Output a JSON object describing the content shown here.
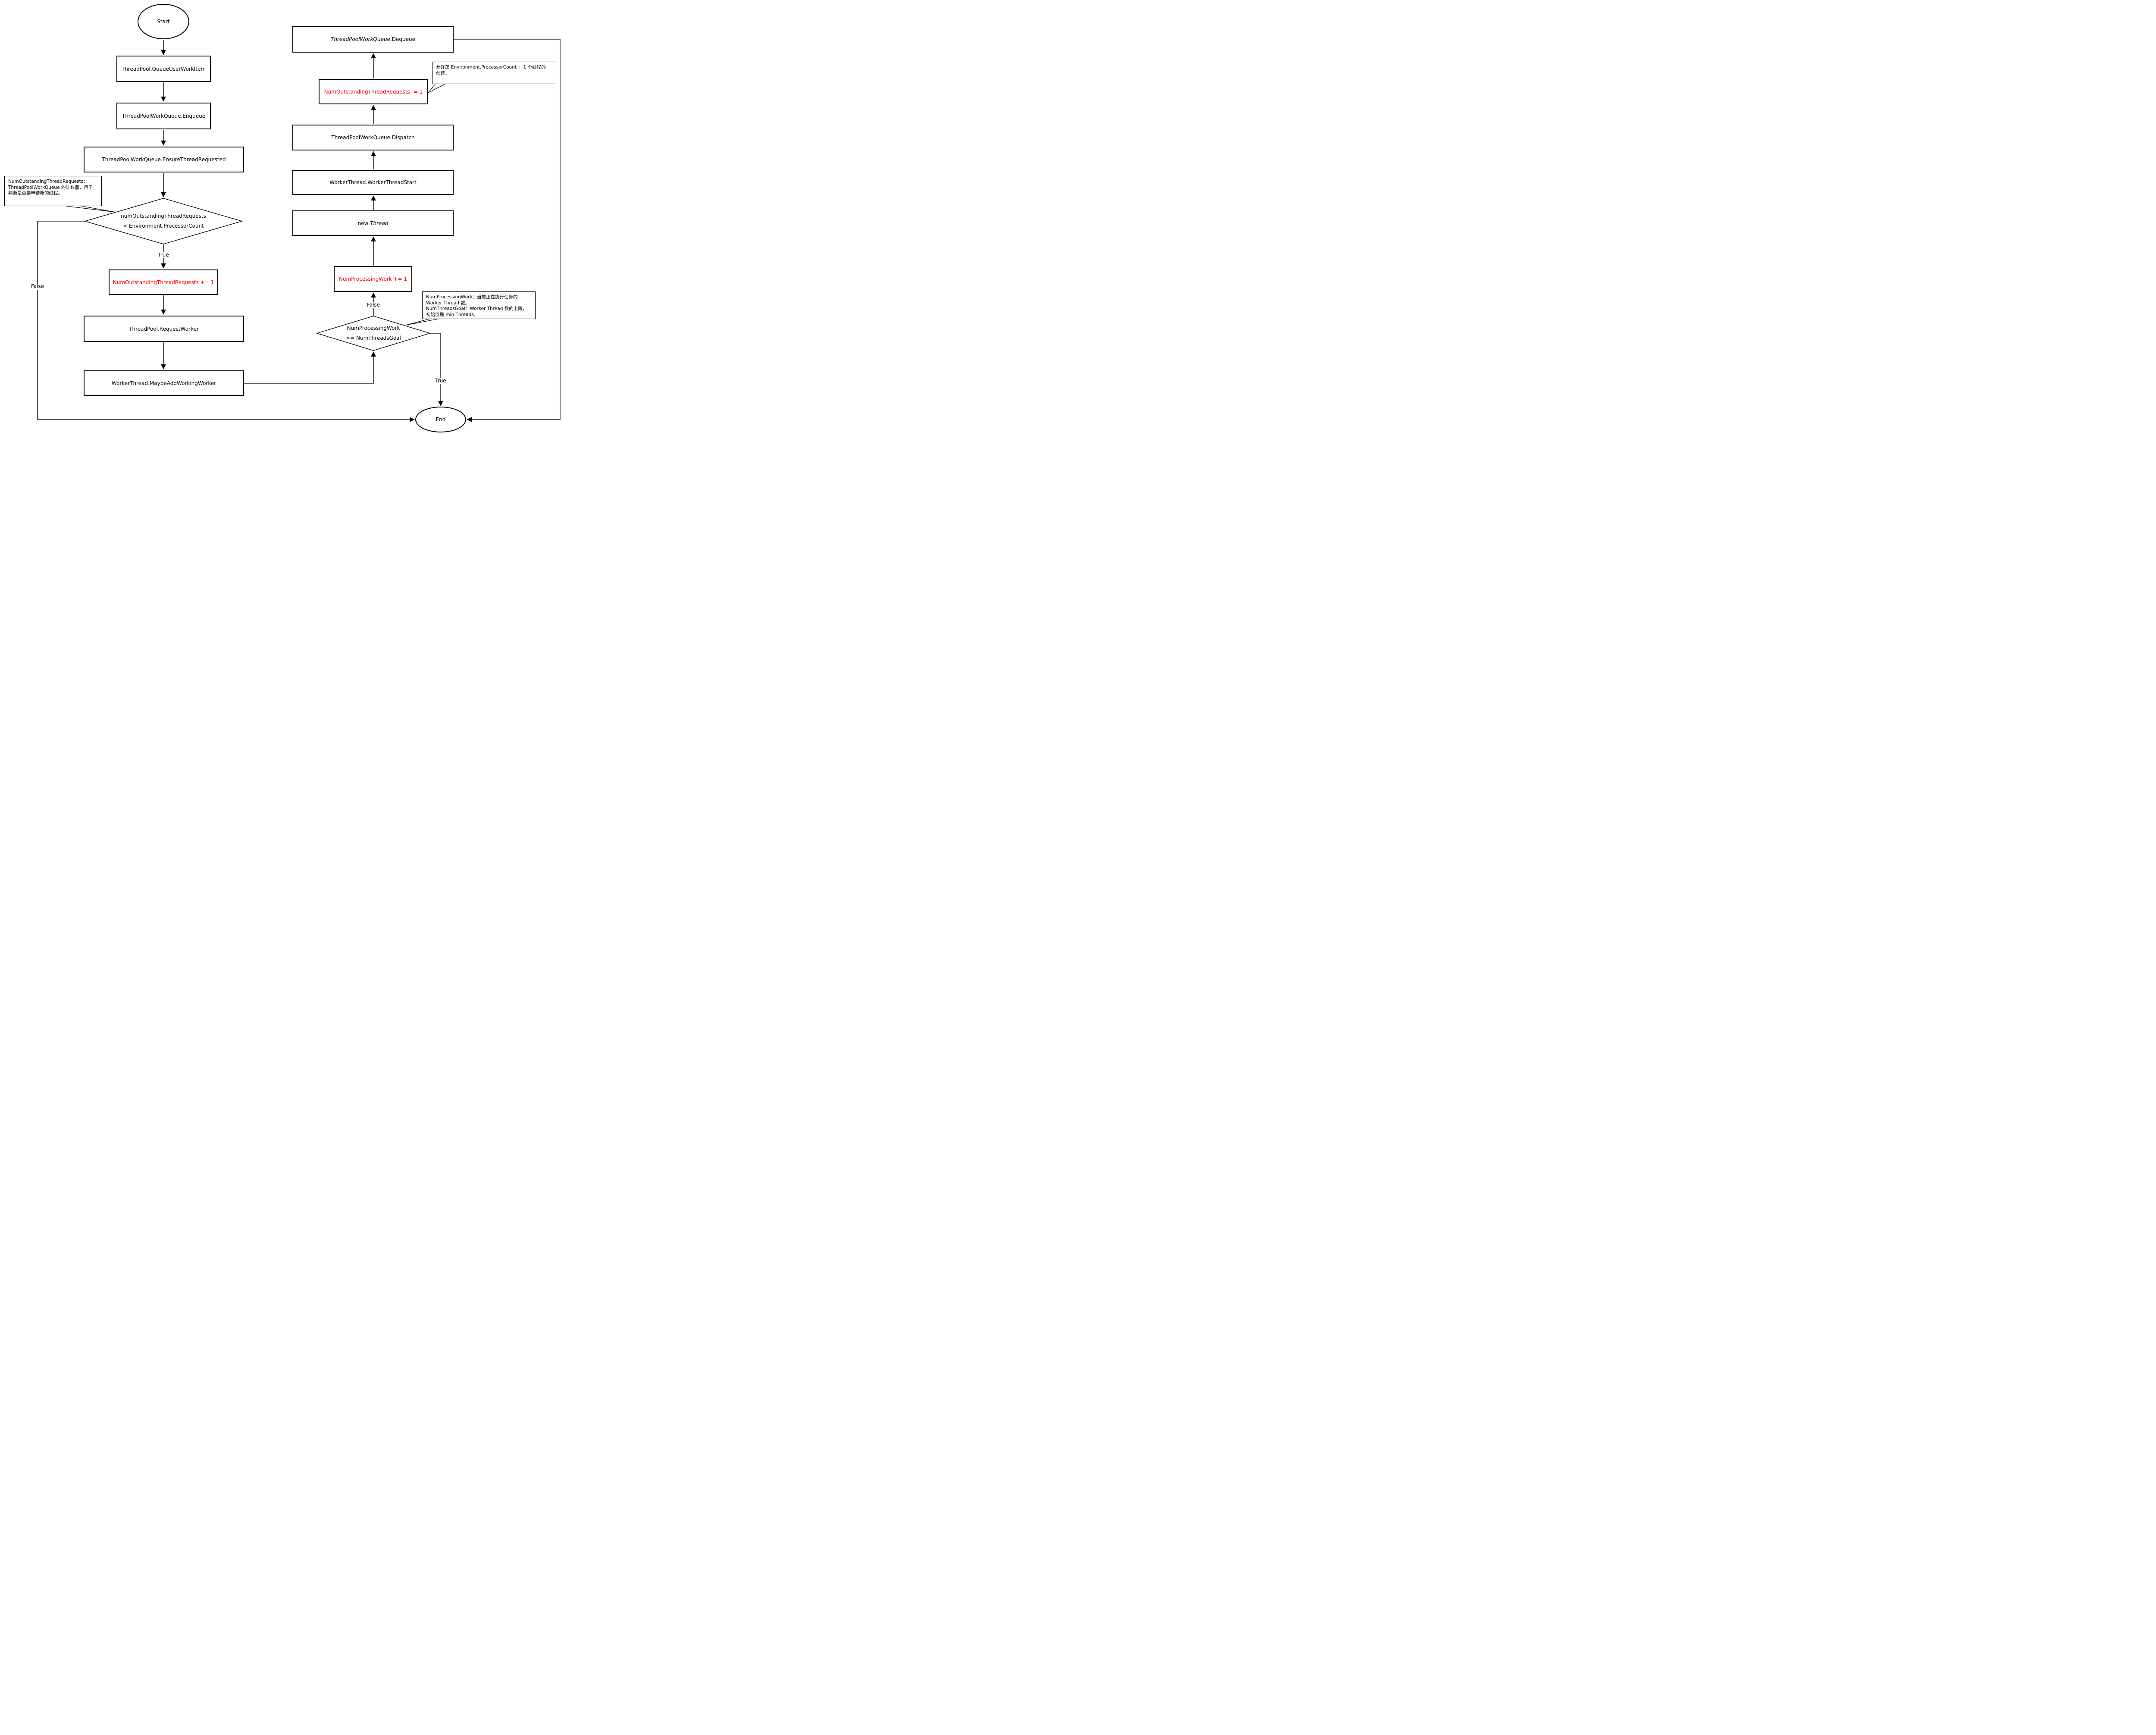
{
  "diagram": {
    "nodes": {
      "start": {
        "label": "Start"
      },
      "queue_user_work_item": {
        "label": "ThreadPool.QueueUserWorkItem"
      },
      "enqueue": {
        "label": "ThreadPoolWorkQueue.Enqueue"
      },
      "ensure_thread_requested": {
        "label": "ThreadPoolWorkQueue.EnsureThreadRequested"
      },
      "decision_outstanding": {
        "label": "numOutstandingThreadRequests\n< Environment.ProcessorCount"
      },
      "inc_outstanding": {
        "label": "NumOutstandingThreadRequests += 1"
      },
      "request_worker": {
        "label": "ThreadPool.RequestWorker"
      },
      "maybe_add_working_worker": {
        "label": "WorkerThread.MaybeAddWorkingWorker"
      },
      "decision_processing": {
        "label": "NumProcessingWork\n>= NumThreadsGoal"
      },
      "inc_processing": {
        "label": "NumProcessingWork += 1"
      },
      "new_thread": {
        "segments": [
          {
            "text": "new ",
            "italic": false
          },
          {
            "text": "Thread",
            "italic": true
          }
        ]
      },
      "worker_thread_start": {
        "label": "WorkerThread.WorkerThreadStart"
      },
      "dispatch": {
        "label": "ThreadPoolWorkQueue.Dispatch"
      },
      "dec_outstanding": {
        "label": "NumOutstandingThreadRequests -= 1"
      },
      "dequeue": {
        "segments": [
          {
            "text": "ThreadPoolWorkQueue",
            "italic": true
          },
          {
            "text": ".Dequeue",
            "italic": false
          }
        ]
      },
      "end": {
        "label": "End"
      }
    },
    "edge_labels": {
      "true_outstanding": "True",
      "false_outstanding": "False",
      "false_processing": "False",
      "true_processing": "True"
    },
    "callouts": {
      "outstanding_note": {
        "text": "NumOutstandingThreadRequests：\nThreadPoolWorkQueue 的计数器，用于\n判断是否要申请新的线程。"
      },
      "allow_note": {
        "text": "允许第 Environment.ProcessorCount + 1 个线程的\n创建。"
      },
      "processing_note": {
        "text": "NumProcessingWork：当前正在执行任务的\nWorker Thread 数。\nNumThreadsGoal：Worker Thread 数的上限，\n初始值是 min Threads。"
      }
    },
    "colors": {
      "line": "#000000",
      "node_text": "#000000",
      "highlight_text": "#ff0000",
      "background": "#ffffff"
    }
  }
}
